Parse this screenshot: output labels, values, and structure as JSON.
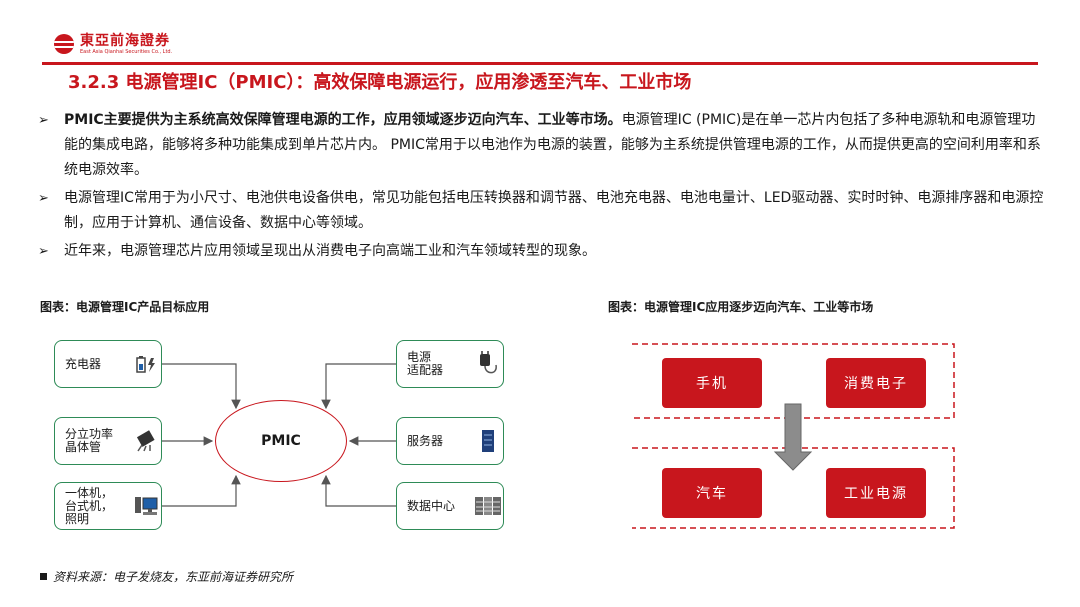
{
  "header": {
    "company_cn": "東亞前海證券",
    "company_en": "East Asia Qianhai Securities Co., Ltd.",
    "section_title": "3.2.3 电源管理IC（PMIC）：高效保障电源运行，应用渗透至汽车、工业市场"
  },
  "bullets": [
    {
      "bold": "PMIC主要提供为主系统高效保障管理电源的工作，应用领域逐步迈向汽车、工业等市场。",
      "text": "电源管理IC (PMIC)是在单一芯片内包括了多种电源轨和电源管理功能的集成电路，能够将多种功能集成到单片芯片内。 PMIC常用于以电池作为电源的装置，能够为主系统提供管理电源的工作，从而提供更高的空间利用率和系统电源效率。"
    },
    {
      "bold": "",
      "text": "电源管理IC常用于为小尺寸、电池供电设备供电，常见功能包括电压转换器和调节器、电池充电器、电池电量计、LED驱动器、实时时钟、电源排序器和电源控制，应用于计算机、通信设备、数据中心等领域。"
    },
    {
      "bold": "",
      "text": "近年来，电源管理芯片应用领域呈现出从消费电子向高端工业和汽车领域转型的现象。"
    }
  ],
  "figure_left": {
    "caption": "图表：电源管理IC产品目标应用",
    "center": "PMIC",
    "left_boxes": [
      {
        "label": "充电器",
        "icon": "battery-charger-icon"
      },
      {
        "label": "分立功率\n晶体管",
        "icon": "transistor-icon"
      },
      {
        "label": "一体机，\n台式机，\n照明",
        "icon": "desktop-computer-icon"
      }
    ],
    "right_boxes": [
      {
        "label": "电源\n适配器",
        "icon": "power-adapter-icon"
      },
      {
        "label": "服务器",
        "icon": "server-icon"
      },
      {
        "label": "数据中心",
        "icon": "data-center-icon"
      }
    ]
  },
  "figure_right": {
    "caption": "图表：电源管理IC应用逐步迈向汽车、工业等市场",
    "top_row": [
      "手机",
      "消费电子"
    ],
    "bottom_row": [
      "汽车",
      "工业电源"
    ]
  },
  "source": "资料来源：电子发烧友，东亚前海证券研究所",
  "colors": {
    "brand": "#c8161d",
    "box_border": "#2e8b57"
  }
}
